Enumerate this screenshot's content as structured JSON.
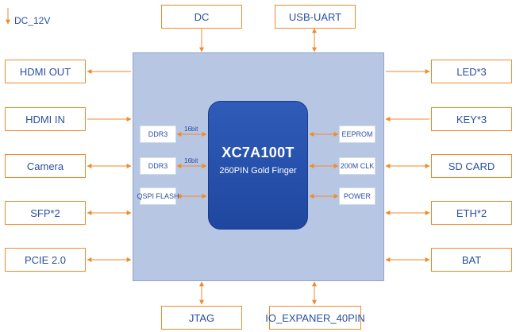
{
  "power_rail": {
    "label": "DC_12V"
  },
  "top": {
    "dc": "DC",
    "usb_uart": "USB-UART"
  },
  "bottom": {
    "jtag": "JTAG",
    "io_expander": "IO_EXPANER_40PIN"
  },
  "left": [
    {
      "key": "hdmi_out",
      "label": "HDMI OUT"
    },
    {
      "key": "hdmi_in",
      "label": "HDMI IN"
    },
    {
      "key": "camera",
      "label": "Camera"
    },
    {
      "key": "sfp",
      "label": "SFP*2"
    },
    {
      "key": "pcie",
      "label": "PCIE 2.0"
    }
  ],
  "right": [
    {
      "key": "led",
      "label": "LED*3"
    },
    {
      "key": "key",
      "label": "KEY*3"
    },
    {
      "key": "sd_card",
      "label": "SD CARD"
    },
    {
      "key": "eth",
      "label": "ETH*2"
    },
    {
      "key": "bat",
      "label": "BAT"
    }
  ],
  "chip": {
    "name": "XC7A100T",
    "subtitle": "260PIN Gold Finger"
  },
  "memory": {
    "ddr3_a": "DDR3",
    "ddr3_a_width": "16bit",
    "ddr3_b": "DDR3",
    "ddr3_b_width": "16bit",
    "qspi": "QSPI FLASH"
  },
  "peripherals": {
    "eeprom": "EEPROM",
    "clk": "200M CLK",
    "power": "POWER"
  },
  "colors": {
    "arrow": "#f08a2c",
    "board": "#b7c6e2",
    "chip": "#2350a8",
    "text": "#2a4fa0"
  }
}
